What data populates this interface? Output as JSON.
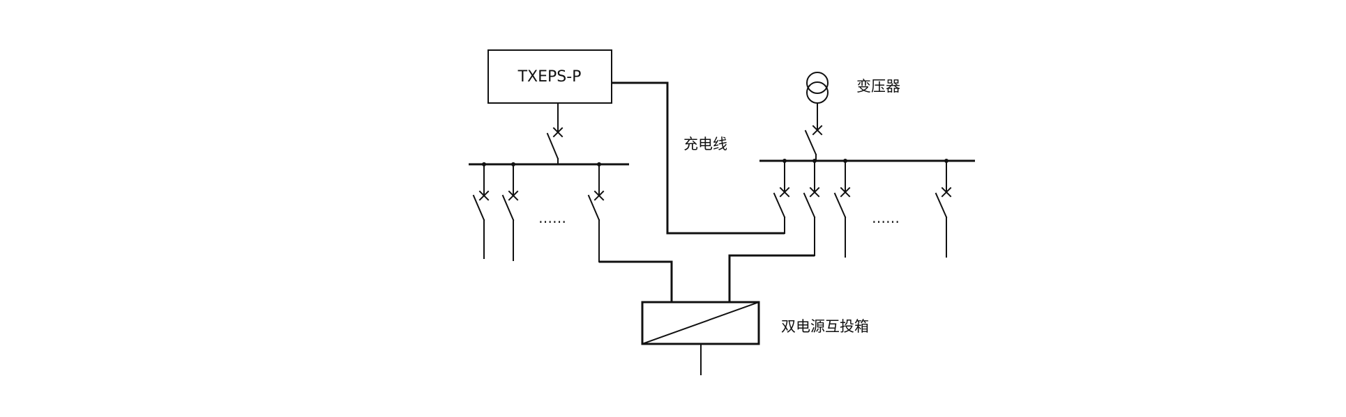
{
  "labels": {
    "eps_box": "TXEPS-P",
    "transformer": "变压器",
    "charging_line": "充电线",
    "ats_box": "双电源互投箱",
    "ellipsis_left": "……",
    "ellipsis_right": "……"
  },
  "colors": {
    "line": "#111111",
    "background": "#ffffff"
  }
}
